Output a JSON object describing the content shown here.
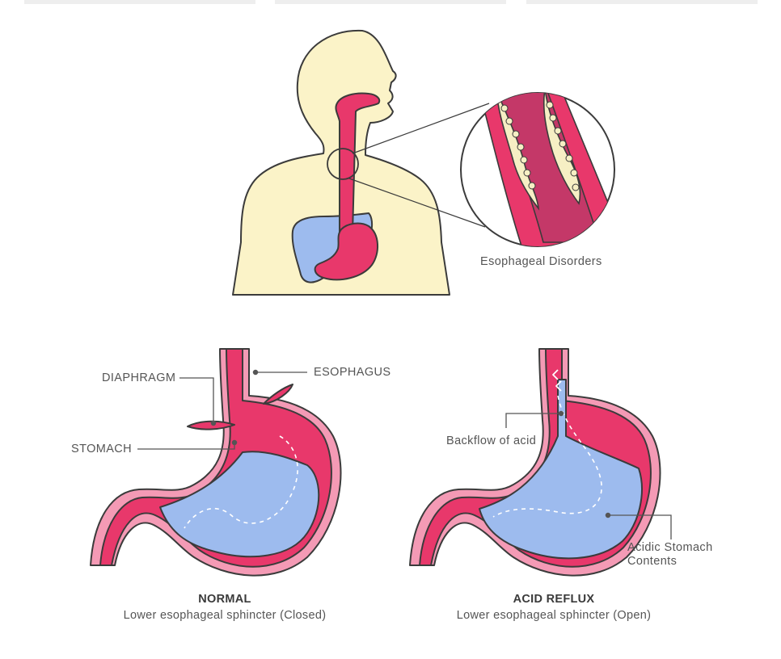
{
  "top_illustration": {
    "zoom_caption": "Esophageal Disorders"
  },
  "labels": {
    "diaphragm": "DIAPHRAGM",
    "esophagus": "ESOPHAGUS",
    "stomach": "STOMACH",
    "backflow": "Backflow of acid",
    "acidic_contents_line1": "Acidic Stomach",
    "acidic_contents_line2": "Contents"
  },
  "panels": {
    "normal": {
      "title": "NORMAL",
      "subtitle": "Lower esophageal sphincter (Closed)"
    },
    "reflux": {
      "title": "ACID REFLUX",
      "subtitle": "Lower esophageal sphincter (Open)"
    }
  },
  "colors": {
    "skin": "#FBF3C8",
    "outline": "#3b3b3b",
    "tissue": "#E8386B",
    "tissue_light": "#F49AB5",
    "liver": "#9DBBEE",
    "fluid": "#9DBBEE",
    "plaque": "#F6EFC4",
    "label_text": "#555555",
    "leader": "#555555"
  }
}
